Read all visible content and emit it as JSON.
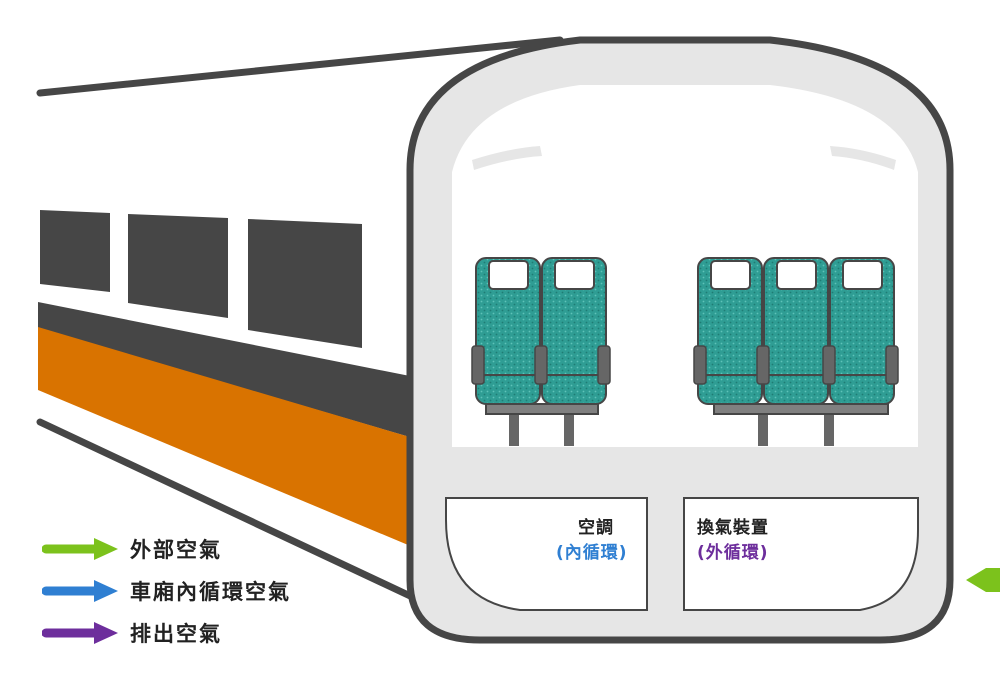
{
  "boxes": {
    "ac": {
      "title": "空調",
      "subtitle": "(內循環)"
    },
    "ventilation": {
      "title": "換氣裝置",
      "subtitle": "(外循環)"
    }
  },
  "legend": [
    {
      "label": "外部空氣",
      "color": "#7cc21c"
    },
    {
      "label": "車廂內循環空氣",
      "color": "#2f7fd2"
    },
    {
      "label": "排出空氣",
      "color": "#6d2e9c"
    }
  ],
  "colors": {
    "body_dark": "#464646",
    "stripe_orange": "#d97300",
    "shell_grey": "#e6e6e6",
    "seat_teal": "#2f9d94",
    "arrow_green": "#7cc21c"
  }
}
